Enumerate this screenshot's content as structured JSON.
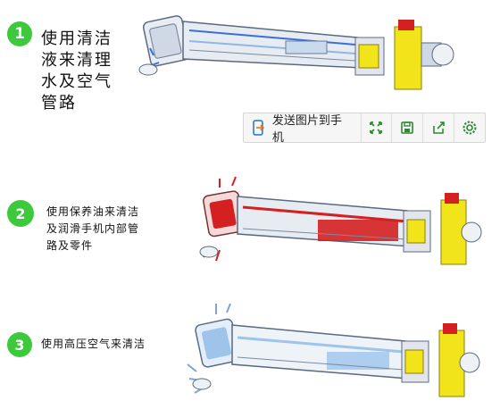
{
  "steps": [
    {
      "number": "1",
      "text": "使用清洁\n液来清理\n水及空气\n管路"
    },
    {
      "number": "2",
      "text": "使用保养油来清洁\n及润滑手机内部管\n路及零件"
    },
    {
      "number": "3",
      "text": "使用高压空气来清洁"
    }
  ],
  "toolbar": {
    "send_label": "发送图片到手机",
    "icons": [
      "phone-send-icon",
      "fullscreen-icon",
      "save-icon",
      "share-icon",
      "settings-icon"
    ]
  },
  "colors": {
    "badge": "#3cc93c",
    "toolbar_icon": "#2e8b2e",
    "handle_yellow": "#f2e41a",
    "oil_red": "#d42020",
    "water_blue": "#3a6fd8",
    "air_light_blue": "#9ec4ec"
  }
}
